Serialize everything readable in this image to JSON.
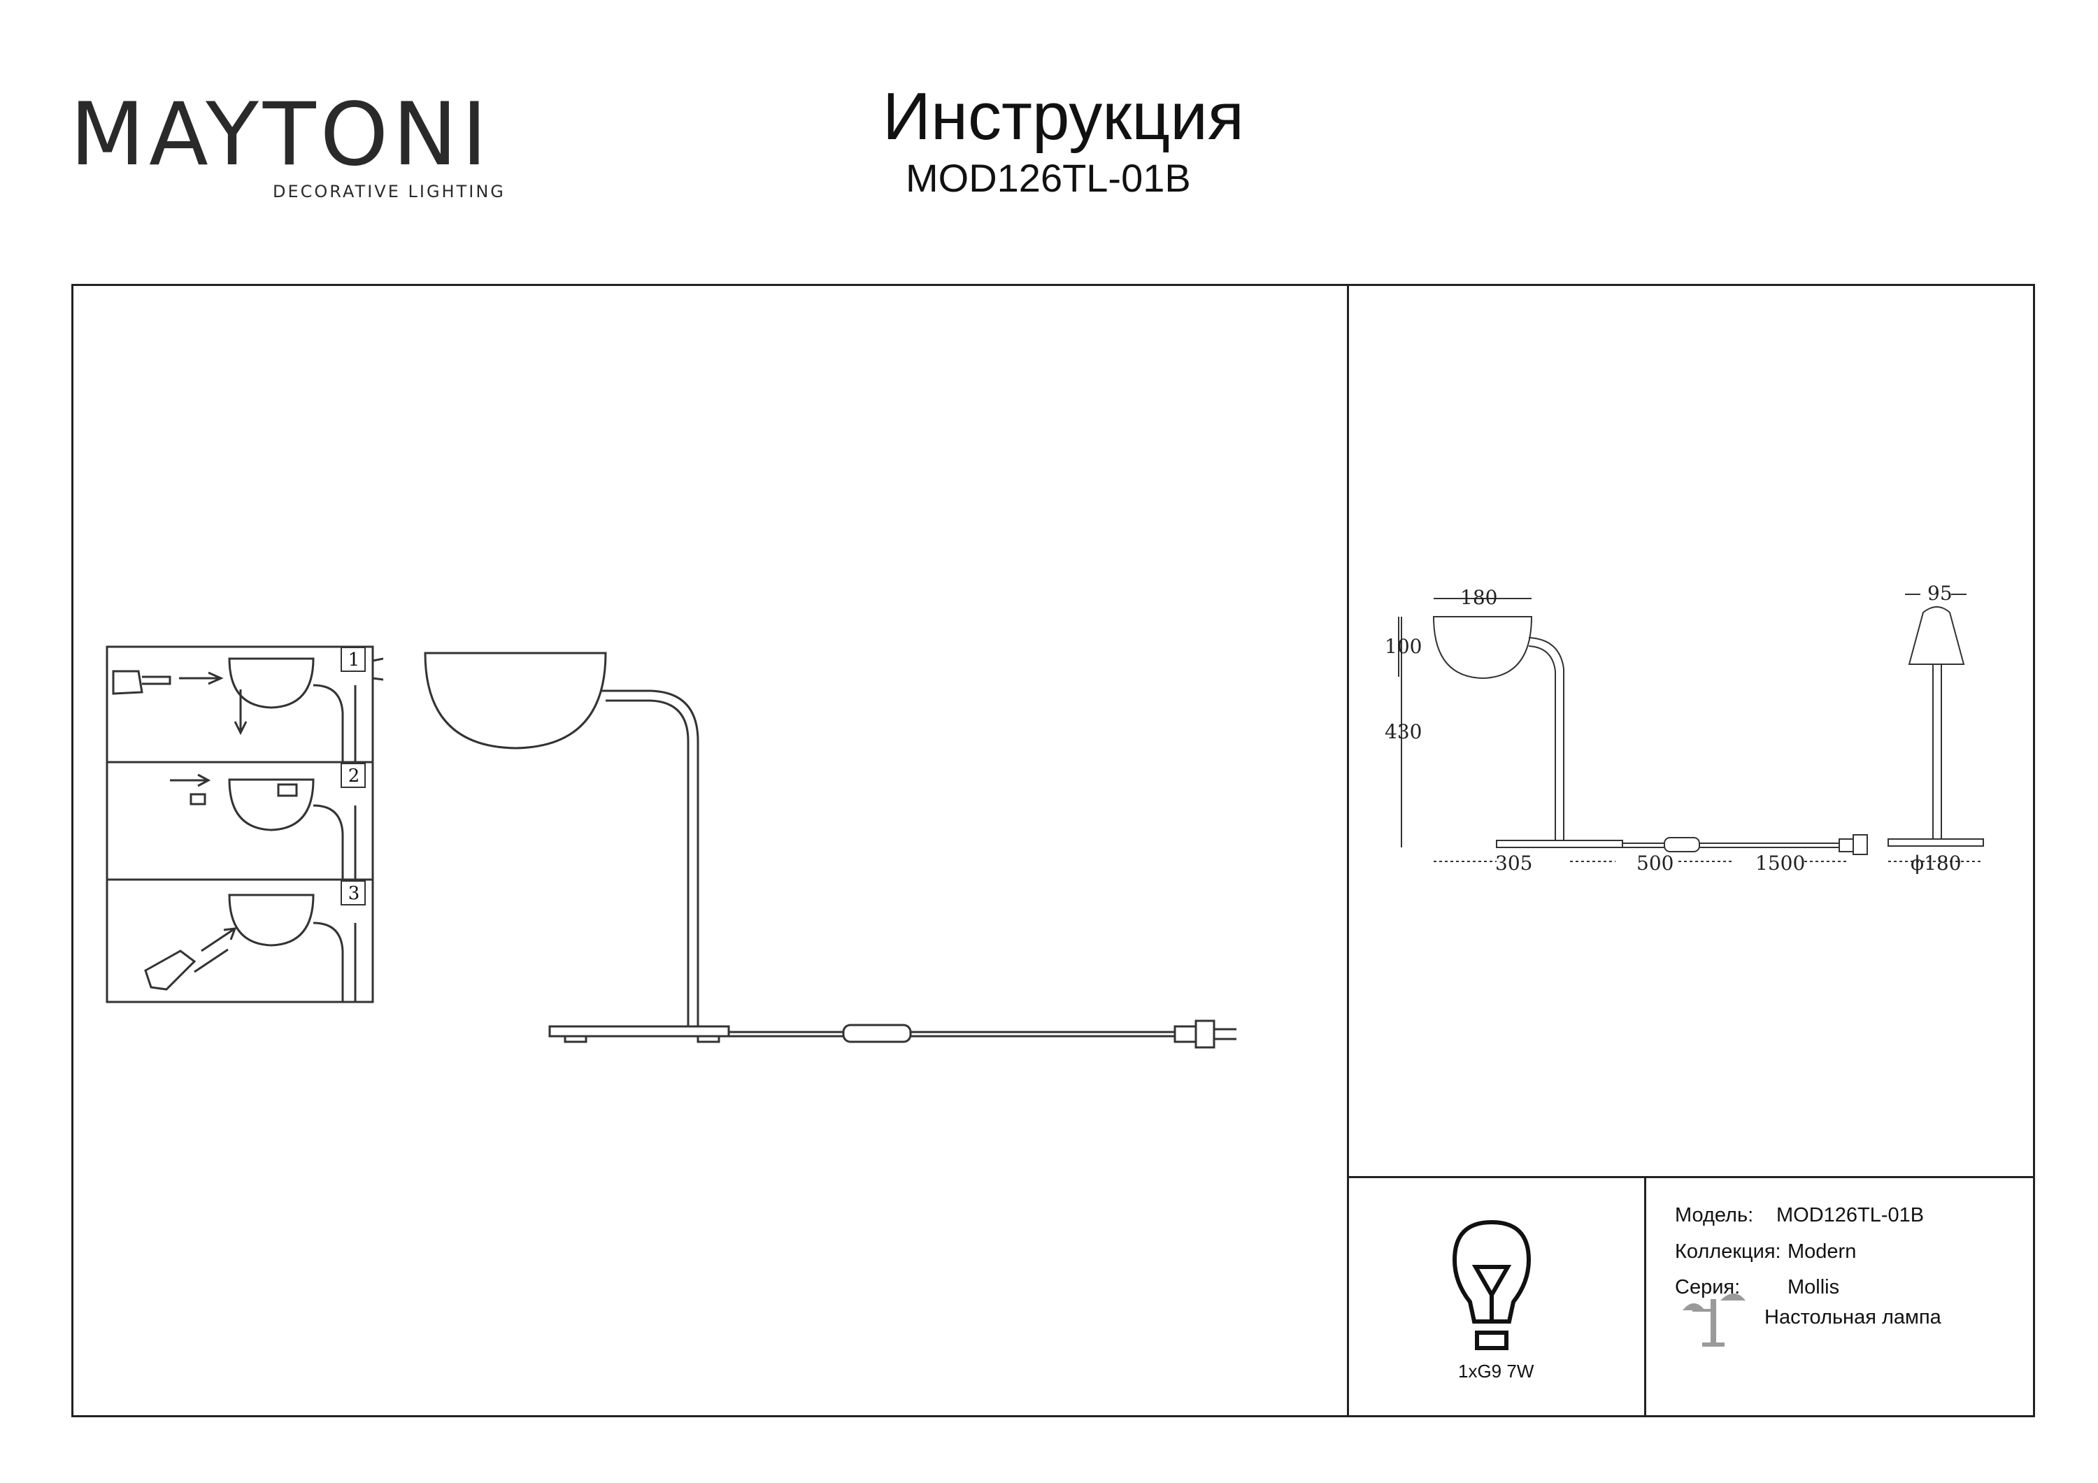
{
  "header": {
    "brand": "MAYTONI",
    "brand_tagline": "DECORATIVE LIGHTING",
    "title": "Инструкция",
    "model": "MOD126TL-01B"
  },
  "assembly_steps": [
    {
      "number": "1"
    },
    {
      "number": "2"
    },
    {
      "number": "3"
    }
  ],
  "dimensions": {
    "shade_width": "180",
    "shade_height": "100",
    "total_height": "430",
    "base_offset": "305",
    "cord_to_switch": "500",
    "cord_length": "1500",
    "side_width": "95",
    "base_diameter": "180",
    "diameter_symbol": "ϕ"
  },
  "bulb": {
    "caption": "1xG9 7W",
    "icon": "bulb-icon"
  },
  "specs": {
    "model_label": "Модель:",
    "model_value": "MOD126TL-01B",
    "collection_label": "Коллекция:",
    "collection_value": "Modern",
    "series_label": "Серия:",
    "series_value": "Mollis",
    "type_value": "Настольная лампа",
    "type_icon": "table-lamp-icon"
  },
  "colors": {
    "line": "#222222",
    "brand_accent": "#6d2a5c",
    "diagram_stroke": "#333333"
  }
}
